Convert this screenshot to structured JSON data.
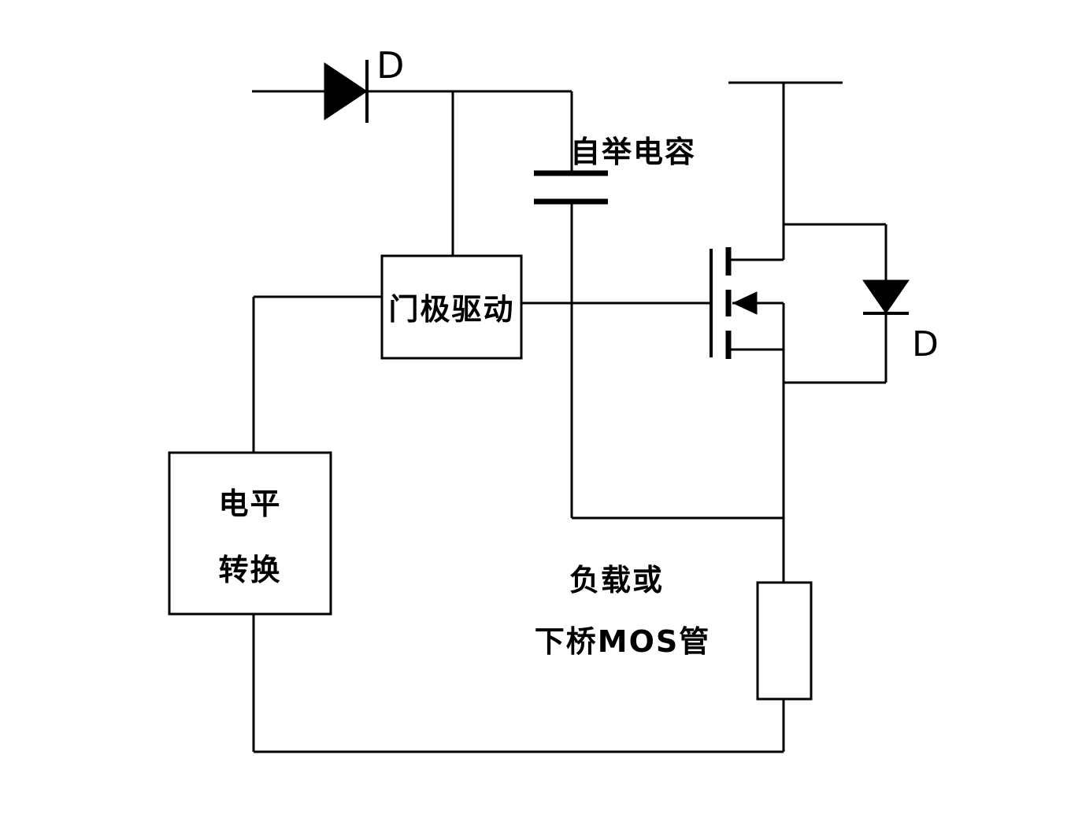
{
  "diagram": {
    "type": "circuit-schematic",
    "description": "Bootstrap high-side MOSFET gate drive circuit",
    "colors": {
      "line": "#000000",
      "background": "#ffffff"
    },
    "labels": {
      "bootstrap_diode": "D",
      "body_diode": "D",
      "bootstrap_capacitor": "自举电容",
      "gate_driver": "门极驱动",
      "level_shift": {
        "line1": "电平",
        "line2": "转换"
      },
      "load": {
        "line1": "负载或",
        "line2": "下桥MOS管"
      }
    }
  }
}
